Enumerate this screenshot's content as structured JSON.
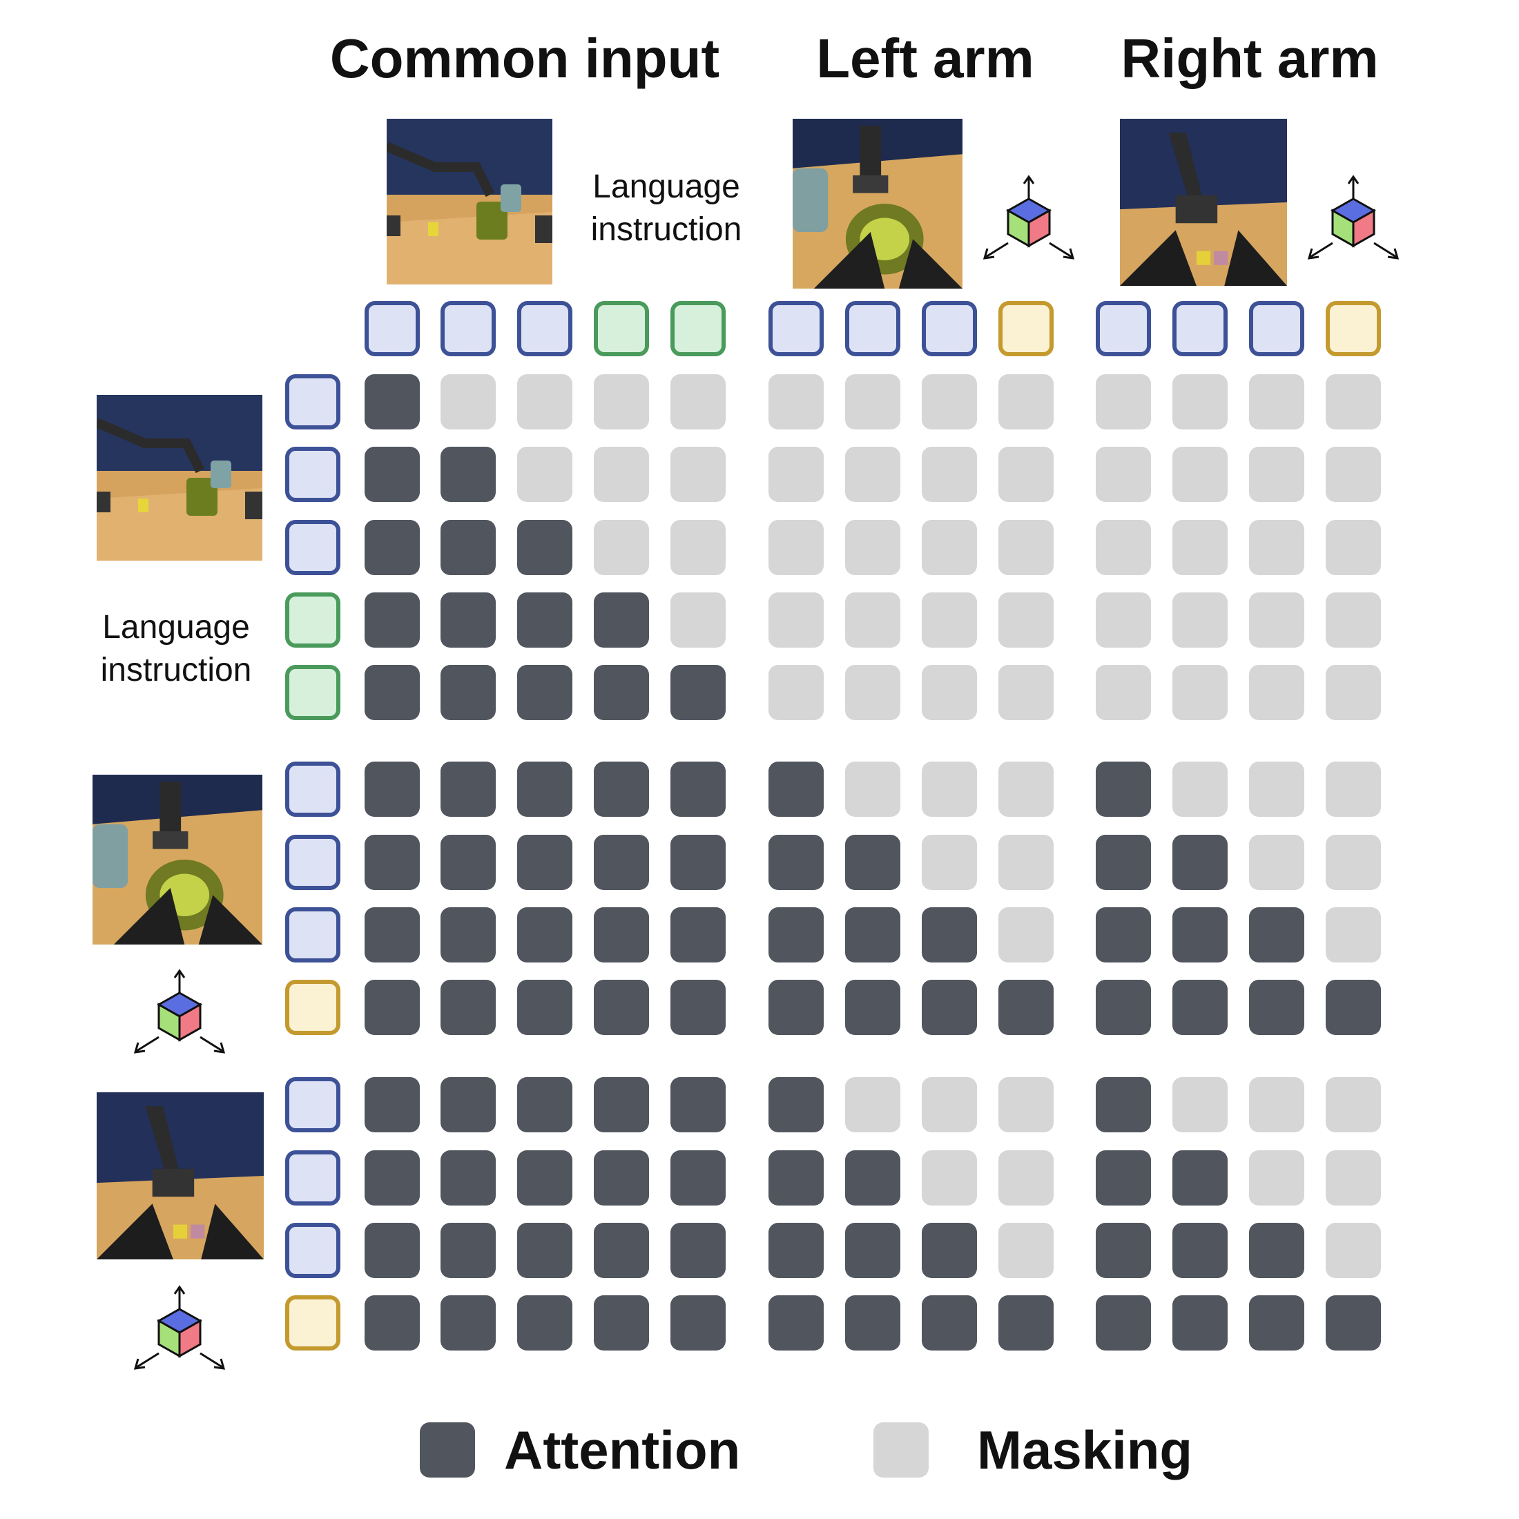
{
  "headers": {
    "common": "Common input",
    "left": "Left arm",
    "right": "Right arm"
  },
  "language_label": {
    "line1": "Language",
    "line2": "instruction"
  },
  "legend": {
    "attention": "Attention",
    "masking": "Masking"
  },
  "colors": {
    "attention": "#51565e",
    "masking": "#d6d6d6",
    "image_token_fill": "#dde2f5",
    "image_token_border": "#3d5197",
    "language_token_fill": "#d6f0dc",
    "language_token_border": "#4a9a5c",
    "proprio_token_fill": "#fbf1d3",
    "proprio_token_border": "#c49a2e"
  },
  "tokens": {
    "columns": [
      "image",
      "image",
      "image",
      "language",
      "language",
      "image",
      "image",
      "image",
      "proprio",
      "image",
      "image",
      "image",
      "proprio"
    ],
    "rows": [
      "image",
      "image",
      "image",
      "language",
      "language",
      "image",
      "image",
      "image",
      "proprio",
      "image",
      "image",
      "image",
      "proprio"
    ]
  },
  "attention_mask": [
    [
      1,
      0,
      0,
      0,
      0,
      0,
      0,
      0,
      0,
      0,
      0,
      0,
      0
    ],
    [
      1,
      1,
      0,
      0,
      0,
      0,
      0,
      0,
      0,
      0,
      0,
      0,
      0
    ],
    [
      1,
      1,
      1,
      0,
      0,
      0,
      0,
      0,
      0,
      0,
      0,
      0,
      0
    ],
    [
      1,
      1,
      1,
      1,
      0,
      0,
      0,
      0,
      0,
      0,
      0,
      0,
      0
    ],
    [
      1,
      1,
      1,
      1,
      1,
      0,
      0,
      0,
      0,
      0,
      0,
      0,
      0
    ],
    [
      1,
      1,
      1,
      1,
      1,
      1,
      0,
      0,
      0,
      1,
      0,
      0,
      0
    ],
    [
      1,
      1,
      1,
      1,
      1,
      1,
      1,
      0,
      0,
      1,
      1,
      0,
      0
    ],
    [
      1,
      1,
      1,
      1,
      1,
      1,
      1,
      1,
      0,
      1,
      1,
      1,
      0
    ],
    [
      1,
      1,
      1,
      1,
      1,
      1,
      1,
      1,
      1,
      1,
      1,
      1,
      1
    ],
    [
      1,
      1,
      1,
      1,
      1,
      1,
      0,
      0,
      0,
      1,
      0,
      0,
      0
    ],
    [
      1,
      1,
      1,
      1,
      1,
      1,
      1,
      0,
      0,
      1,
      1,
      0,
      0
    ],
    [
      1,
      1,
      1,
      1,
      1,
      1,
      1,
      1,
      0,
      1,
      1,
      1,
      0
    ],
    [
      1,
      1,
      1,
      1,
      1,
      1,
      1,
      1,
      1,
      1,
      1,
      1,
      1
    ]
  ],
  "icons": {
    "camera_views": [
      "top-camera-view",
      "left-wrist-camera-view",
      "right-wrist-camera-view"
    ],
    "proprio": "coordinate-cube-icon"
  }
}
